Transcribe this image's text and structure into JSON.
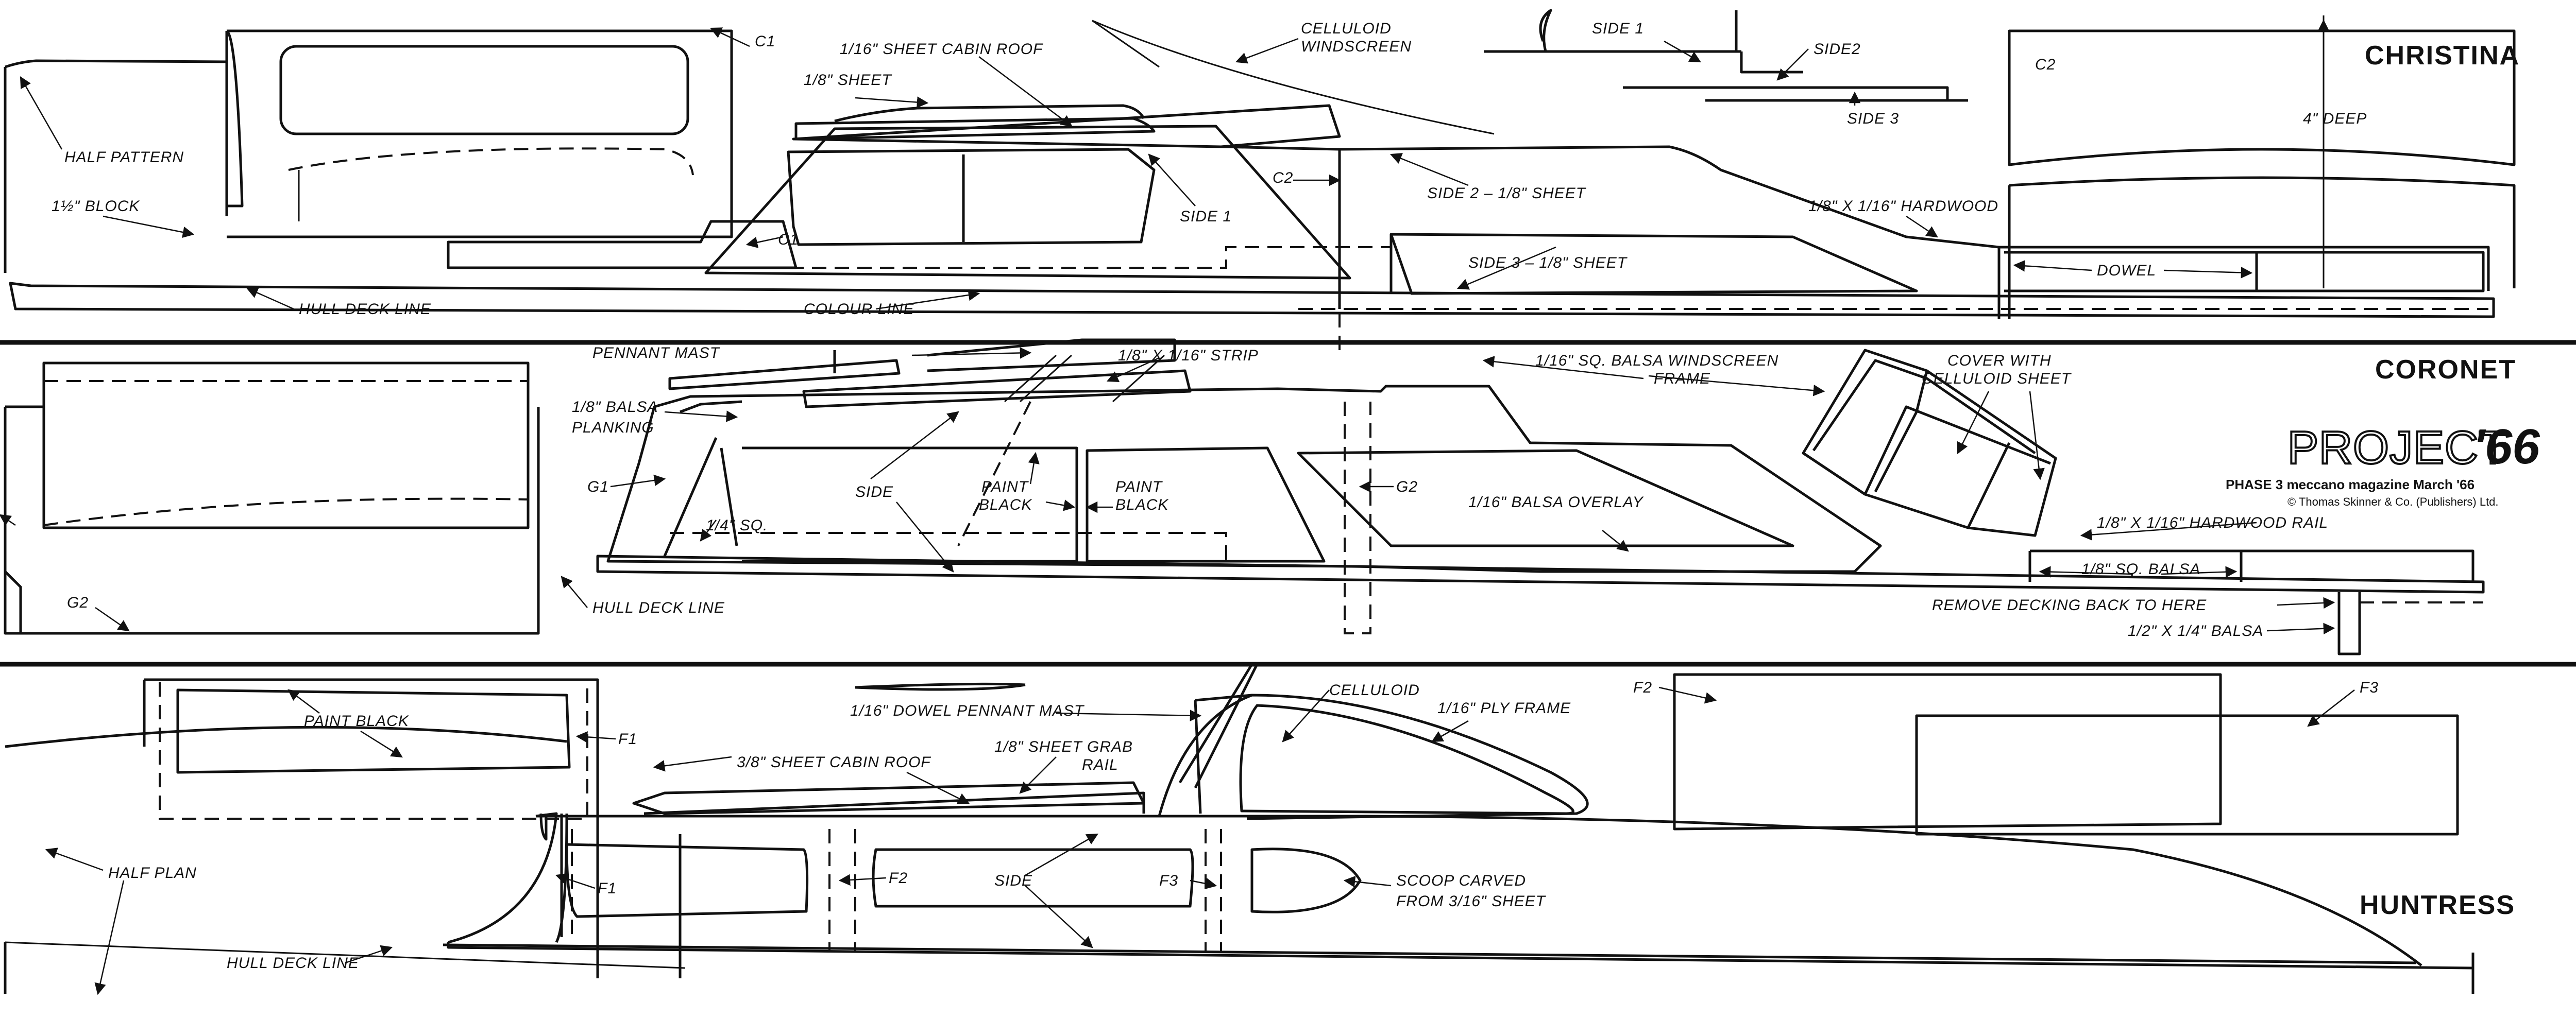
{
  "document": {
    "brand": {
      "project": "PROJECT",
      "year": "'66",
      "line1": "PHASE 3  meccano magazine March '66",
      "line2": "© Thomas Skinner & Co. (Publishers) Ltd."
    },
    "sections": {
      "christina": {
        "title": "CHRISTINA",
        "labels": {
          "c1_top": "C1",
          "half_pattern": "HALF PATTERN",
          "block": "1½\" BLOCK",
          "cabin_roof": "1/16\" SHEET CABIN ROOF",
          "eighth_sheet": "1/8\" SHEET",
          "celluloid": "CELLULOID",
          "windscreen": "WINDSCREEN",
          "c1": "C1",
          "c2": "C2",
          "side1": "SIDE 1",
          "side2": "SIDE 2 – 1/8\" SHEET",
          "side3": "SIDE 3 – 1/8\" SHEET",
          "hull_deck_line": "HULL DECK LINE",
          "colour_line": "COLOUR LINE",
          "hardwood": "1/8\" X 1/16\" HARDWOOD",
          "dowel": "DOWEL",
          "detail_side1": "SIDE 1",
          "detail_side2": "SIDE2",
          "detail_side3": "SIDE 3",
          "c2_box": "C2",
          "deep": "4\" DEEP"
        }
      },
      "coronet": {
        "title": "CORONET",
        "labels": {
          "pennant_mast": "PENNANT MAST",
          "strip": "1/8\" X 1/16\" STRIP",
          "windscreen_frame_1": "1/16\" SQ. BALSA WINDSCREEN",
          "windscreen_frame_2": "FRAME",
          "cover_1": "COVER WITH",
          "cover_2": "CELLULOID SHEET",
          "planking_1": "1/8\" BALSA",
          "planking_2": "PLANKING",
          "g1": "G1",
          "g2_box": "G2",
          "g2": "G2",
          "quarter_sq": "1/4\" SQ.",
          "side": "SIDE",
          "paint_black_1a": "PAINT",
          "paint_black_1b": "BLACK",
          "paint_black_2a": "PAINT",
          "paint_black_2b": "BLACK",
          "overlay": "1/16\" BALSA OVERLAY",
          "hardwood_rail": "1/8\" X 1/16\" HARDWOOD RAIL",
          "sq_balsa": "1/8\" SQ. BALSA",
          "remove_decking": "REMOVE DECKING BACK TO HERE",
          "half_quarter_balsa": "1/2\" X 1/4\" BALSA",
          "hull_deck_line": "HULL DECK LINE"
        }
      },
      "huntress": {
        "title": "HUNTRESS",
        "labels": {
          "paint_black": "PAINT BLACK",
          "f1_top": "F1",
          "dowel_mast": "1/16\" DOWEL PENNANT MAST",
          "celluloid": "CELLULOID",
          "ply_frame": "1/16\" PLY FRAME",
          "f2_top": "F2",
          "f3_top": "F3",
          "cabin_roof": "3/8\" SHEET CABIN ROOF",
          "grab_rail_1": "1/8\" SHEET GRAB",
          "grab_rail_2": "RAIL",
          "half_plan": "HALF PLAN",
          "f1": "F1",
          "f2": "F2",
          "side": "SIDE",
          "f3": "F3",
          "scoop_1": "SCOOP CARVED",
          "scoop_2": "FROM 3/16\" SHEET",
          "hull_deck_line": "HULL DECK LINE"
        }
      }
    }
  }
}
